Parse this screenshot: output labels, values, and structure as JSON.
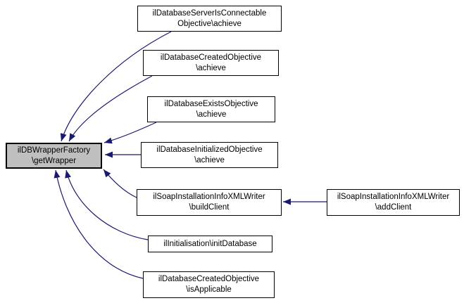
{
  "diagram": {
    "kind": "doxygen-caller-graph",
    "arrow_color": "#191970",
    "main_node_fill": "#bfbfbf",
    "main_node": {
      "line1": "ilDBWrapperFactory",
      "line2": "\\getWrapper"
    },
    "callers": [
      {
        "line1": "ilDatabaseServerIsConnectable",
        "line2": "Objective\\achieve"
      },
      {
        "line1": "ilDatabaseCreatedObjective",
        "line2": "\\achieve"
      },
      {
        "line1": "ilDatabaseExistsObjective",
        "line2": "\\achieve"
      },
      {
        "line1": "ilDatabaseInitializedObjective",
        "line2": "\\achieve"
      },
      {
        "line1": "ilSoapInstallationInfoXMLWriter",
        "line2": "\\buildClient"
      },
      {
        "line1": "ilInitialisation\\initDatabase",
        "line2": ""
      },
      {
        "line1": "ilDatabaseCreatedObjective",
        "line2": "\\isApplicable"
      }
    ],
    "secondary_caller": {
      "line1": "ilSoapInstallationInfoXMLWriter",
      "line2": "\\addClient"
    },
    "edges": [
      {
        "from": "ilDatabaseServerIsConnectableObjective\\achieve",
        "to": "ilDBWrapperFactory\\getWrapper"
      },
      {
        "from": "ilDatabaseCreatedObjective\\achieve",
        "to": "ilDBWrapperFactory\\getWrapper"
      },
      {
        "from": "ilDatabaseExistsObjective\\achieve",
        "to": "ilDBWrapperFactory\\getWrapper"
      },
      {
        "from": "ilDatabaseInitializedObjective\\achieve",
        "to": "ilDBWrapperFactory\\getWrapper"
      },
      {
        "from": "ilSoapInstallationInfoXMLWriter\\buildClient",
        "to": "ilDBWrapperFactory\\getWrapper"
      },
      {
        "from": "ilInitialisation\\initDatabase",
        "to": "ilDBWrapperFactory\\getWrapper"
      },
      {
        "from": "ilDatabaseCreatedObjective\\isApplicable",
        "to": "ilDBWrapperFactory\\getWrapper"
      },
      {
        "from": "ilSoapInstallationInfoXMLWriter\\addClient",
        "to": "ilSoapInstallationInfoXMLWriter\\buildClient"
      }
    ]
  }
}
